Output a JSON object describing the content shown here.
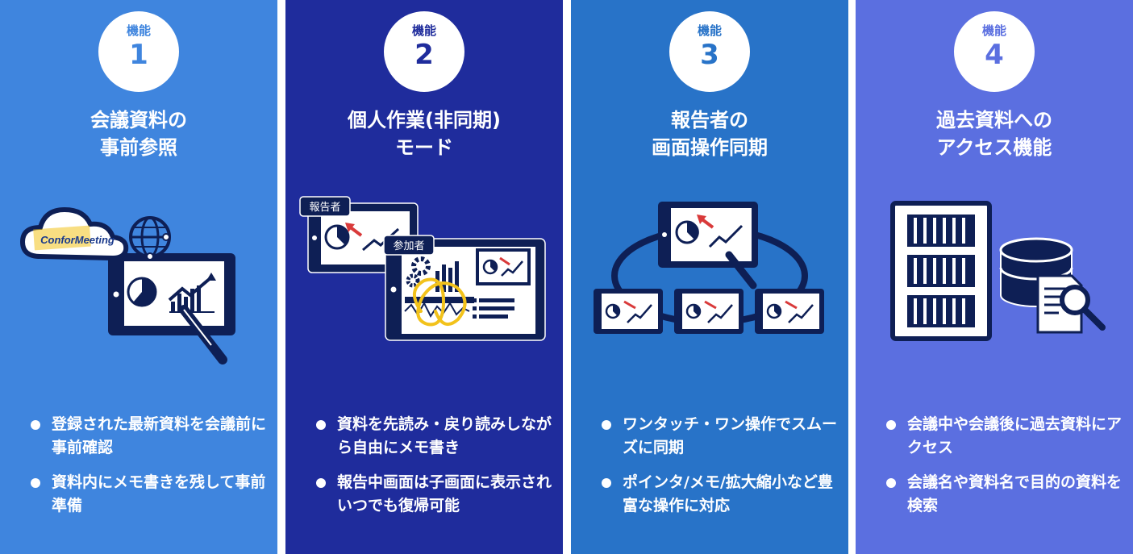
{
  "features": [
    {
      "label": "機能",
      "number": "1",
      "title": [
        "会議資料の",
        "事前参照"
      ],
      "logo": "ConforMeeting",
      "bullets": [
        "登録された最新資料を会議前に事前確認",
        "資料内にメモ書きを残して事前準備"
      ]
    },
    {
      "label": "機能",
      "number": "2",
      "title": [
        "個人作業(非同期)",
        "モード"
      ],
      "tags": [
        "報告者",
        "参加者"
      ],
      "bullets": [
        "資料を先読み・戻り読みしながら自由にメモ書き",
        "報告中画面は子画面に表示されいつでも復帰可能"
      ]
    },
    {
      "label": "機能",
      "number": "3",
      "title": [
        "報告者の",
        "画面操作同期"
      ],
      "bullets": [
        "ワンタッチ・ワン操作でスムーズに同期",
        "ポインタ/メモ/拡大縮小など豊富な操作に対応"
      ]
    },
    {
      "label": "機能",
      "number": "4",
      "title": [
        "過去資料への",
        "アクセス機能"
      ],
      "bullets": [
        "会議中や会議後に過去資料にアクセス",
        "会議名や資料名で目的の資料を検索"
      ]
    }
  ],
  "colors": {
    "col1": "#3f85de",
    "col2": "#1f2c9c",
    "col3": "#2873c8",
    "col4": "#5b6fe0",
    "navy": "#0e1f55",
    "accent_red": "#d93a3a",
    "accent_yellow": "#f2c21b"
  },
  "icons": [
    "cloud-icon",
    "globe-icon",
    "tablet-icon",
    "pie-chart-icon",
    "bar-chart-icon",
    "pen-icon",
    "gear-icon",
    "server-rack-icon",
    "database-icon",
    "document-icon",
    "magnifier-icon"
  ]
}
